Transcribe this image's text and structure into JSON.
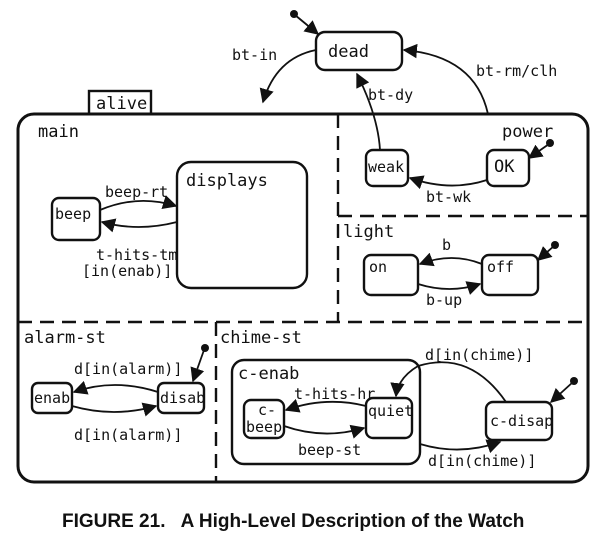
{
  "states": {
    "dead": "dead",
    "alive": "alive",
    "main": "main",
    "displays": "displays",
    "beep": "beep",
    "power": "power",
    "weak": "weak",
    "ok": "OK",
    "light": "light",
    "on": "on",
    "off": "off",
    "alarm_st": "alarm-st",
    "enab": "enab",
    "disab": "disab",
    "chime_st": "chime-st",
    "c_enab": "c-enab",
    "c_beep_1": "c-",
    "c_beep_2": "beep",
    "quiet": "quiet",
    "c_disap": "c-disap"
  },
  "transitions": {
    "bt_in": "bt-in",
    "bt_rm_clh": "bt-rm/clh",
    "bt_dy": "bt-dy",
    "bt_wk": "bt-wk",
    "beep_rt": "beep-rt",
    "t_hits_tm": "t-hits-tm",
    "in_enab": "[in(enab)]",
    "b": "b",
    "b_up": "b-up",
    "d_in_alarm_top": "d[in(alarm)]",
    "d_in_alarm_bottom": "d[in(alarm)]",
    "t_hits_hr": "t-hits-hr",
    "beep_st": "beep-st",
    "d_in_chime_top": "d[in(chime)]",
    "d_in_chime_bottom": "d[in(chime)]"
  },
  "caption": "FIGURE 21.   A High-Level Description of the Watch"
}
